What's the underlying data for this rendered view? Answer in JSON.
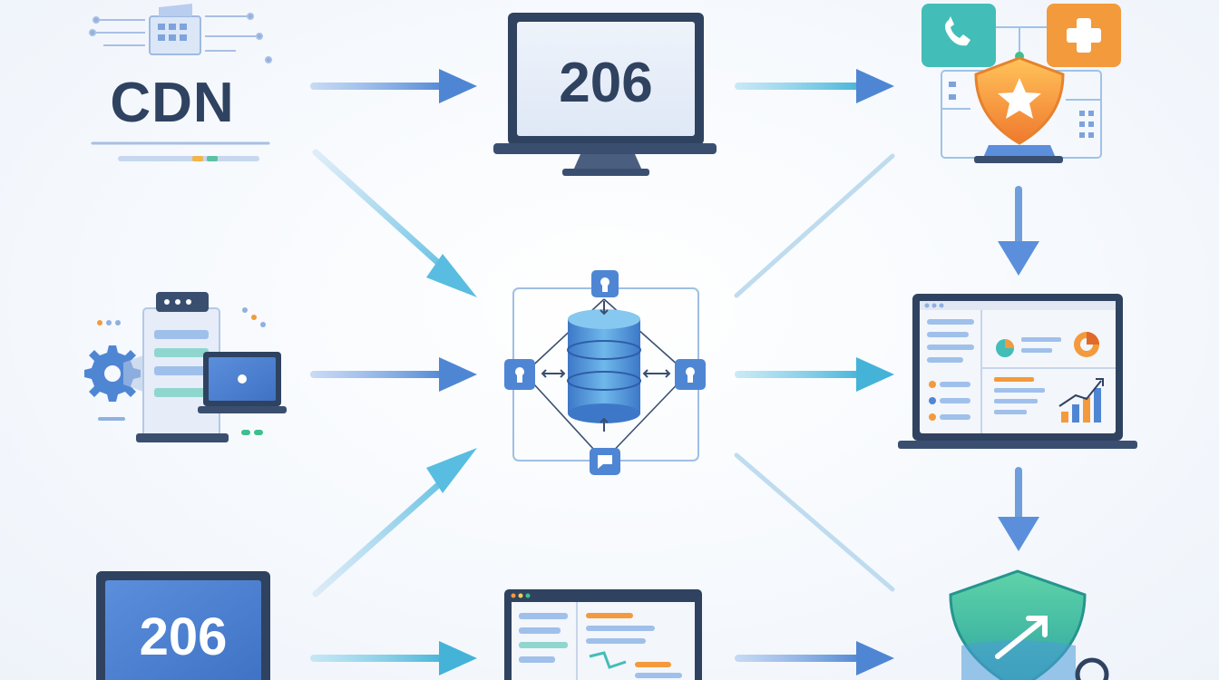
{
  "nodes": {
    "cdn": {
      "label": "CDN"
    },
    "monitor_top": {
      "label": "206"
    },
    "monitor_bottom": {
      "label": "206"
    }
  },
  "colors": {
    "navy": "#2f4260",
    "blue": "#4f86d4",
    "teal": "#52b6d6",
    "orange": "#f39a3c",
    "green": "#3dbf8e",
    "arrow_light": "#8fb4e4",
    "arrow_teal": "#5cc0dc"
  },
  "icons": [
    "cdn-building-icon",
    "monitor-icon",
    "security-shield-icon",
    "server-gear-icon",
    "database-network-icon",
    "analytics-laptop-icon",
    "dashboard-window-icon",
    "shield-check-icon"
  ]
}
